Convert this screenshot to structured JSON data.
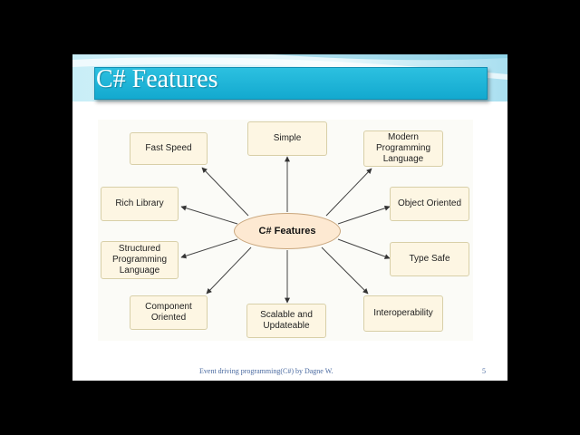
{
  "slide": {
    "title": "C# Features",
    "footer": "Event driving programming(C#)   by Dagne W.",
    "page_number": "5"
  },
  "diagram": {
    "center": "C# Features",
    "features": [
      "Fast Speed",
      "Simple",
      "Modern Programming Language",
      "Rich Library",
      "Object Oriented",
      "Structured Programming Language",
      "Type Safe",
      "Component Oriented",
      "Scalable and Updateable",
      "Interoperability"
    ]
  },
  "colors": {
    "title_bar": "#13a9cf",
    "node_fill": "#fdf6e3",
    "center_fill": "#fde9d2"
  }
}
